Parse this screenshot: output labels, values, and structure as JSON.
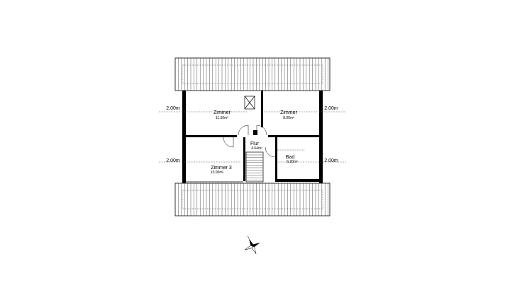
{
  "rooms": {
    "zimmer1": {
      "name": "Zimmer",
      "area": "11.50m²"
    },
    "zimmer2": {
      "name": "Zimmer",
      "area": "8.00m²"
    },
    "flur": {
      "name": "Flur",
      "area": "4.64m²"
    },
    "zimmer3": {
      "name": "Zimmer 3",
      "area": "10.00m²"
    },
    "bad": {
      "name": "Bad",
      "area": "6.20m²"
    }
  },
  "dimensions": {
    "top_left": "2.00m",
    "top_right": "2.00m",
    "bottom_left": "2.00m",
    "bottom_right": "2.00m"
  },
  "colors": {
    "line": "#000000",
    "background": "#ffffff"
  },
  "icons": {
    "compass": "north-arrow-compass-icon"
  }
}
